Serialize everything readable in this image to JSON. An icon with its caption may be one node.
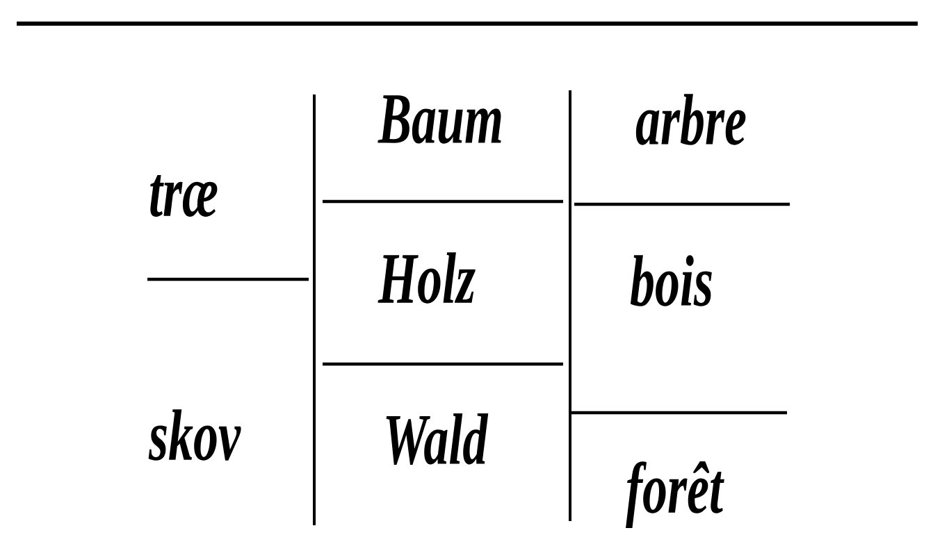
{
  "diagram": {
    "labels": [
      "træ",
      "skov",
      "Baum",
      "Holz",
      "Wald",
      "arbre",
      "bois",
      "forêt"
    ]
  }
}
